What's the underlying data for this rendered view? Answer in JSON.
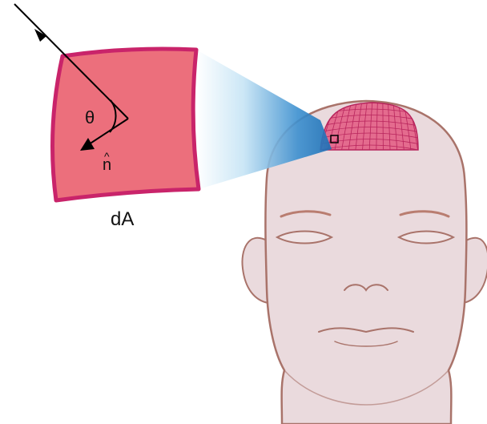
{
  "labels": {
    "angle": "θ",
    "normal_hat": "^",
    "normal": "n",
    "area": "dA"
  },
  "colors": {
    "patch_fill": "#ec6f7c",
    "patch_stroke": "#c9246a",
    "grid_fill": "#e46b8e",
    "grid_line": "#b8245c",
    "skin": "#eadadd",
    "skin_line": "#a9736a",
    "beam_dark": "#1a72b8",
    "beam_light": "#ffffff",
    "ray": "#000000"
  },
  "icons": {
    "ray": "incident-ray-arrow",
    "normal": "normal-vector-arrow"
  }
}
